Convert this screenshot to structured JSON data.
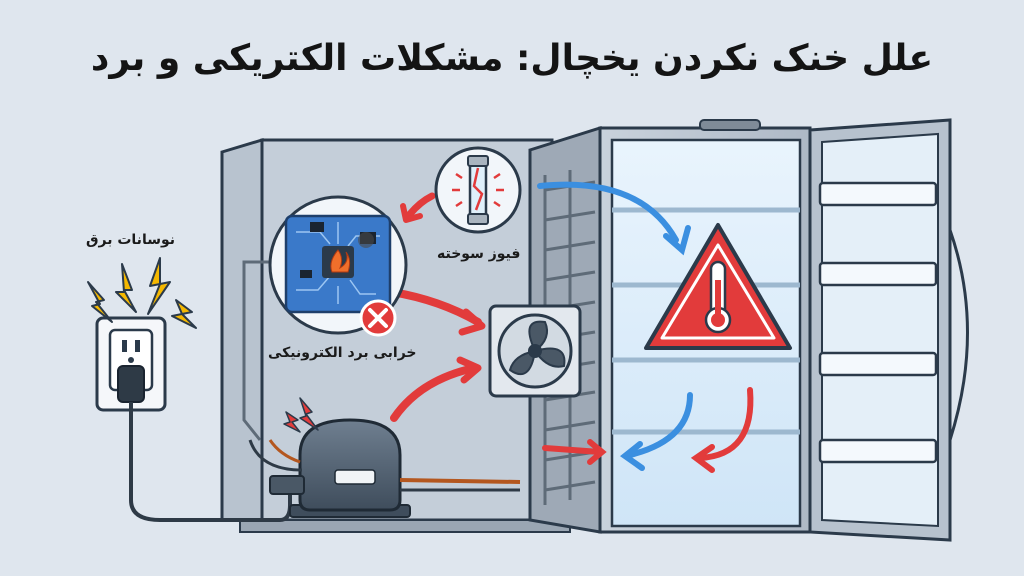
{
  "title": "علل خنک نکردن یخچال: مشکلات الکتریکی و برد",
  "labels": {
    "power_fluctuation": "نوسانات برق",
    "blown_fuse": "فیوز سوخته",
    "board_failure": "خرابی برد الکترونیکی"
  },
  "colors": {
    "background": "#dfe6ee",
    "warning_red": "#e23b3b",
    "cold_blue": "#3b8fe0",
    "outline": "#2b3a4a",
    "spark_yellow": "#f5b800"
  },
  "icons": {
    "outlet": "power-outlet-icon",
    "plug": "power-plug-icon",
    "fuse": "blown-fuse-icon",
    "board": "circuit-board-icon",
    "fan": "fan-icon",
    "compressor": "compressor-icon",
    "warning": "warning-thermometer-icon",
    "error": "error-x-icon"
  }
}
